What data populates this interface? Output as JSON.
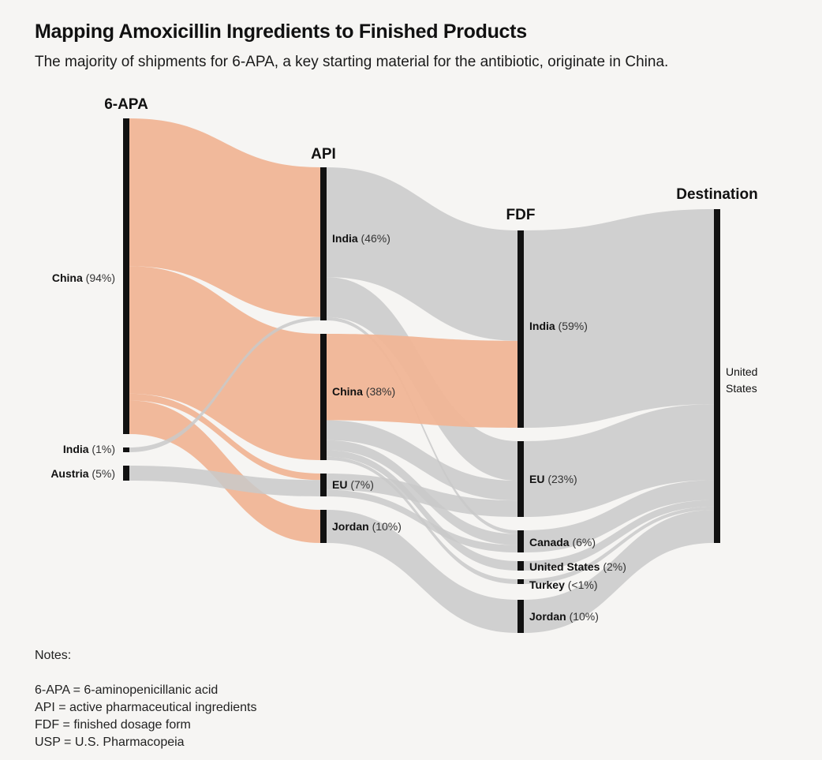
{
  "header": {
    "title": "Mapping Amoxicillin Ingredients to Finished Products",
    "subtitle": "The majority of shipments for 6-APA, a key starting material for the antibiotic, originate in China."
  },
  "colors": {
    "china_flow": "#f0b596",
    "china_flow_dark": "#d9643b",
    "other_flow": "#c9c9c9",
    "node_bar": "#111111",
    "background": "#f6f5f3"
  },
  "chart_data": {
    "type": "sankey",
    "title": "Mapping Amoxicillin Ingredients to Finished Products",
    "subtitle": "The majority of shipments for 6-APA, a key starting material for the antibiotic, originate in China.",
    "stages": [
      "6-APA",
      "API",
      "FDF",
      "Destination"
    ],
    "nodes": [
      {
        "id": "apa_china",
        "stage": "6-APA",
        "country": "China",
        "pct": "(94%)",
        "share": 94
      },
      {
        "id": "apa_india",
        "stage": "6-APA",
        "country": "India",
        "pct": "(1%)",
        "share": 1
      },
      {
        "id": "apa_austria",
        "stage": "6-APA",
        "country": "Austria",
        "pct": "(5%)",
        "share": 5
      },
      {
        "id": "api_india",
        "stage": "API",
        "country": "India",
        "pct": "(46%)",
        "share": 46
      },
      {
        "id": "api_china",
        "stage": "API",
        "country": "China",
        "pct": "(38%)",
        "share": 38
      },
      {
        "id": "api_eu",
        "stage": "API",
        "country": "EU",
        "pct": "(7%)",
        "share": 7
      },
      {
        "id": "api_jordan",
        "stage": "API",
        "country": "Jordan",
        "pct": "(10%)",
        "share": 10
      },
      {
        "id": "fdf_india",
        "stage": "FDF",
        "country": "India",
        "pct": "(59%)",
        "share": 59
      },
      {
        "id": "fdf_eu",
        "stage": "FDF",
        "country": "EU",
        "pct": "(23%)",
        "share": 23
      },
      {
        "id": "fdf_canada",
        "stage": "FDF",
        "country": "Canada",
        "pct": "(6%)",
        "share": 6
      },
      {
        "id": "fdf_us",
        "stage": "FDF",
        "country": "United States",
        "pct": "(2%)",
        "share": 2
      },
      {
        "id": "fdf_turkey",
        "stage": "FDF",
        "country": "Turkey",
        "pct": "(<1%)",
        "share": 0.5
      },
      {
        "id": "fdf_jordan",
        "stage": "FDF",
        "country": "Jordan",
        "pct": "(10%)",
        "share": 10
      },
      {
        "id": "dest_us",
        "stage": "Destination",
        "country": "United States",
        "pct": "",
        "share": 100
      }
    ],
    "links": [
      {
        "source": "apa_china",
        "target": "api_india",
        "value": 44,
        "origin": "china"
      },
      {
        "source": "apa_china",
        "target": "api_china",
        "value": 38,
        "origin": "china"
      },
      {
        "source": "apa_china",
        "target": "api_eu",
        "value": 2,
        "origin": "china"
      },
      {
        "source": "apa_china",
        "target": "api_jordan",
        "value": 10,
        "origin": "china"
      },
      {
        "source": "apa_india",
        "target": "api_india",
        "value": 1,
        "origin": "india"
      },
      {
        "source": "apa_austria",
        "target": "api_eu",
        "value": 5,
        "origin": "austria"
      },
      {
        "source": "api_india",
        "target": "fdf_india",
        "value": 33,
        "origin": "other"
      },
      {
        "source": "api_india",
        "target": "fdf_eu",
        "value": 12,
        "origin": "other"
      },
      {
        "source": "api_india",
        "target": "fdf_canada",
        "value": 1,
        "origin": "other"
      },
      {
        "source": "api_china",
        "target": "fdf_india",
        "value": 26,
        "origin": "china"
      },
      {
        "source": "api_china",
        "target": "fdf_eu",
        "value": 6,
        "origin": "other"
      },
      {
        "source": "api_china",
        "target": "fdf_canada",
        "value": 3,
        "origin": "other"
      },
      {
        "source": "api_china",
        "target": "fdf_us",
        "value": 2,
        "origin": "other"
      },
      {
        "source": "api_china",
        "target": "fdf_turkey",
        "value": 1,
        "origin": "other"
      },
      {
        "source": "api_eu",
        "target": "fdf_eu",
        "value": 5,
        "origin": "other"
      },
      {
        "source": "api_eu",
        "target": "fdf_canada",
        "value": 2,
        "origin": "other"
      },
      {
        "source": "api_jordan",
        "target": "fdf_jordan",
        "value": 10,
        "origin": "other"
      },
      {
        "source": "fdf_india",
        "target": "dest_us",
        "value": 59,
        "origin": "other"
      },
      {
        "source": "fdf_eu",
        "target": "dest_us",
        "value": 23,
        "origin": "other"
      },
      {
        "source": "fdf_canada",
        "target": "dest_us",
        "value": 6,
        "origin": "other"
      },
      {
        "source": "fdf_us",
        "target": "dest_us",
        "value": 2,
        "origin": "other"
      },
      {
        "source": "fdf_turkey",
        "target": "dest_us",
        "value": 1,
        "origin": "other"
      },
      {
        "source": "fdf_jordan",
        "target": "dest_us",
        "value": 10,
        "origin": "other"
      }
    ],
    "dest_label_lines": [
      "United",
      "States"
    ]
  },
  "notes": {
    "title": "Notes:",
    "lines": [
      "6-APA = 6-aminopenicillanic acid",
      "API = active pharmaceutical ingredients",
      "FDF = finished dosage form",
      "USP = U.S. Pharmacopeia"
    ]
  }
}
